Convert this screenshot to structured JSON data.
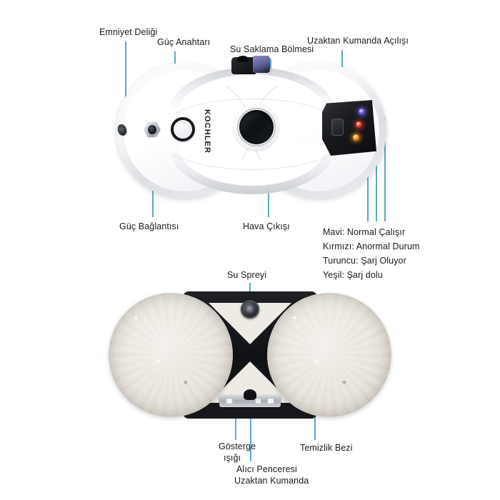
{
  "product": {
    "brand": "KOCHLER",
    "device_type": "window-cleaning-robot"
  },
  "colors": {
    "leader_line": "#5ea8c8",
    "label_text": "#191919",
    "led_blue": "#6f5bd8",
    "led_red": "#e4372a",
    "led_orange": "#f0931e",
    "led_green": "#2faf4a"
  },
  "top_view": {
    "labels": {
      "safety_hole": "Emniyet Deliği",
      "power_switch": "Güç Anahtarı",
      "water_storage": "Su Saklama Bölmesi",
      "remote_opening": "Uzaktan Kumanda Açılışı",
      "power_connection": "Güç Bağlantısı",
      "air_outlet": "Hava Çıkışı"
    },
    "led_legend": [
      "Mavi: Normal Çalışır",
      "Kırmızı: Anormal Durum",
      "Turuncu: Şarj Oluyor",
      "Yeşil: Şarj dolu"
    ]
  },
  "bottom_view": {
    "labels": {
      "water_spray": "Su Spreyi",
      "indicator_light_line1": "Gösterge",
      "indicator_light_line2": "ışığı",
      "receiver_line1": "Alıcı Penceresi",
      "receiver_line2": "Uzaktan Kumanda",
      "cleaning_cloth": "Temizlik Bezi"
    }
  }
}
